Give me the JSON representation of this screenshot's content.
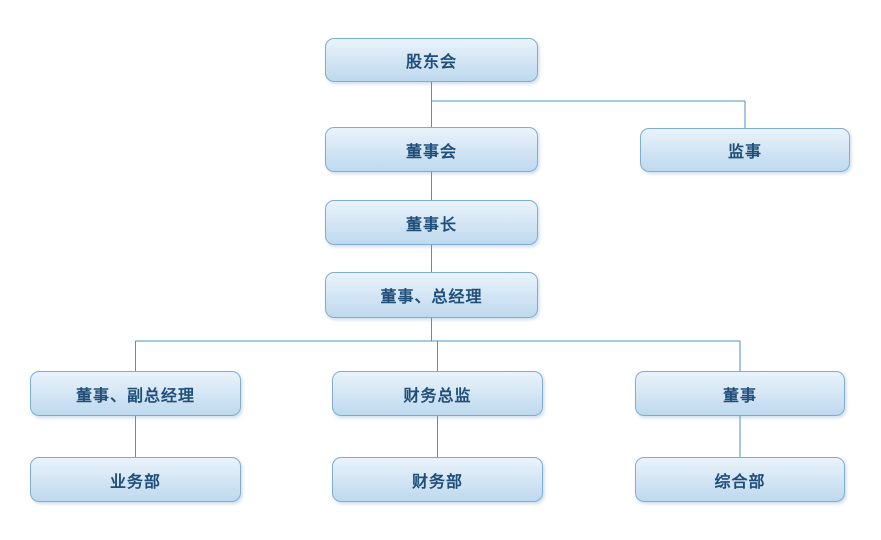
{
  "diagram": {
    "type": "org-chart",
    "nodes": {
      "shareholders": {
        "label": "股东会"
      },
      "board": {
        "label": "董事会"
      },
      "supervisor": {
        "label": "监事"
      },
      "chairman": {
        "label": "董事长"
      },
      "gm": {
        "label": "董事、总经理"
      },
      "deputy_gm": {
        "label": "董事、副总经理"
      },
      "cfo": {
        "label": "财务总监"
      },
      "director": {
        "label": "董事"
      },
      "business_dept": {
        "label": "业务部"
      },
      "finance_dept": {
        "label": "财务部"
      },
      "general_dept": {
        "label": "综合部"
      }
    },
    "colors": {
      "box_border": "#7fadd1",
      "box_fill_top": "#eaf3fb",
      "box_fill_bottom": "#bed9ee",
      "text": "#1f4e79",
      "line": "#4f91c5",
      "background": "#ffffff"
    }
  }
}
